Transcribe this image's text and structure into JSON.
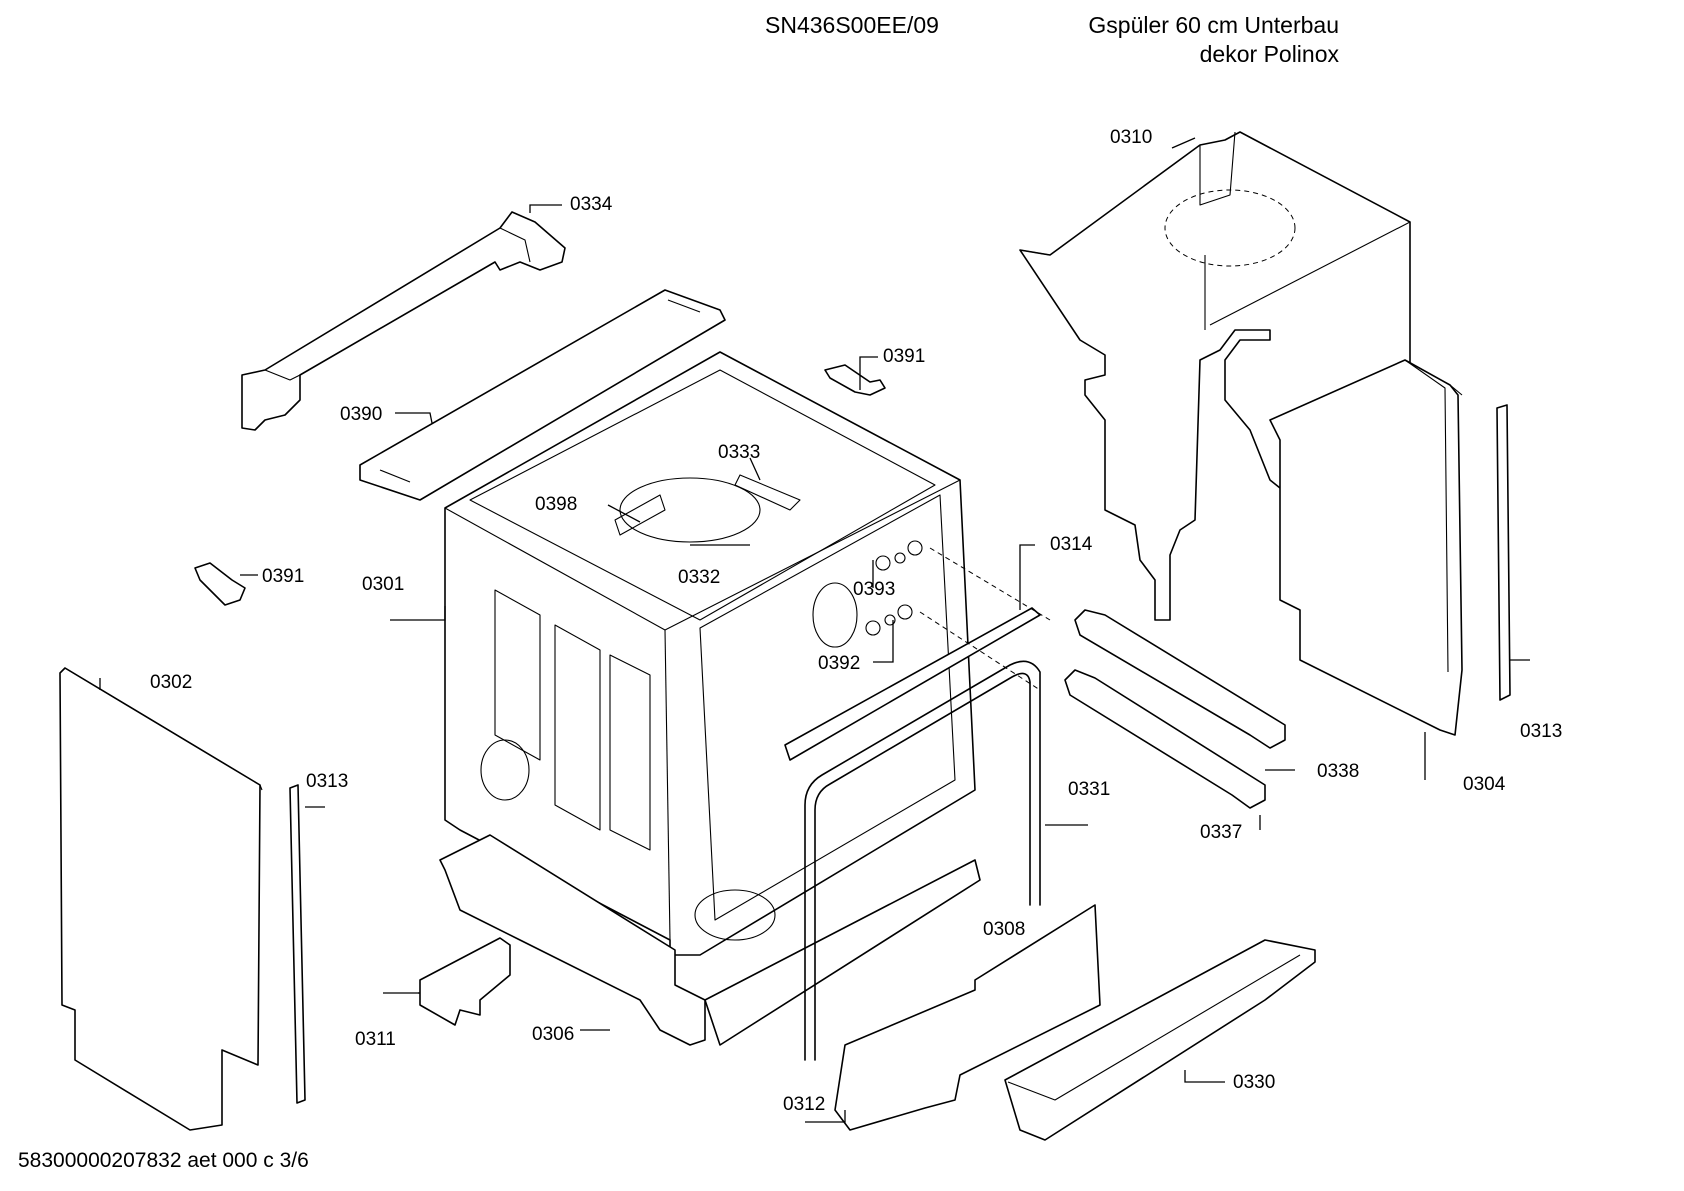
{
  "header": {
    "model": "SN436S00EE/09",
    "description_line1": "Gspüler 60 cm Unterbau",
    "description_line2": "dekor Polinox"
  },
  "footer": {
    "document_id": "58300000207832 aet 000 c 3/6"
  },
  "part_labels": [
    {
      "id": "p0310",
      "text": "0310"
    },
    {
      "id": "p0334",
      "text": "0334"
    },
    {
      "id": "p0391a",
      "text": "0391"
    },
    {
      "id": "p0390",
      "text": "0390"
    },
    {
      "id": "p0333",
      "text": "0333"
    },
    {
      "id": "p0398",
      "text": "0398"
    },
    {
      "id": "p0332",
      "text": "0332"
    },
    {
      "id": "p0314",
      "text": "0314"
    },
    {
      "id": "p0393",
      "text": "0393"
    },
    {
      "id": "p0391b",
      "text": "0391"
    },
    {
      "id": "p0301",
      "text": "0301"
    },
    {
      "id": "p0392",
      "text": "0392"
    },
    {
      "id": "p0302",
      "text": "0302"
    },
    {
      "id": "p0313a",
      "text": "0313"
    },
    {
      "id": "p0313b",
      "text": "0313"
    },
    {
      "id": "p0338",
      "text": "0338"
    },
    {
      "id": "p0304",
      "text": "0304"
    },
    {
      "id": "p0331",
      "text": "0331"
    },
    {
      "id": "p0337",
      "text": "0337"
    },
    {
      "id": "p0308",
      "text": "0308"
    },
    {
      "id": "p0311",
      "text": "0311"
    },
    {
      "id": "p0306",
      "text": "0306"
    },
    {
      "id": "p0330",
      "text": "0330"
    },
    {
      "id": "p0312",
      "text": "0312"
    }
  ]
}
